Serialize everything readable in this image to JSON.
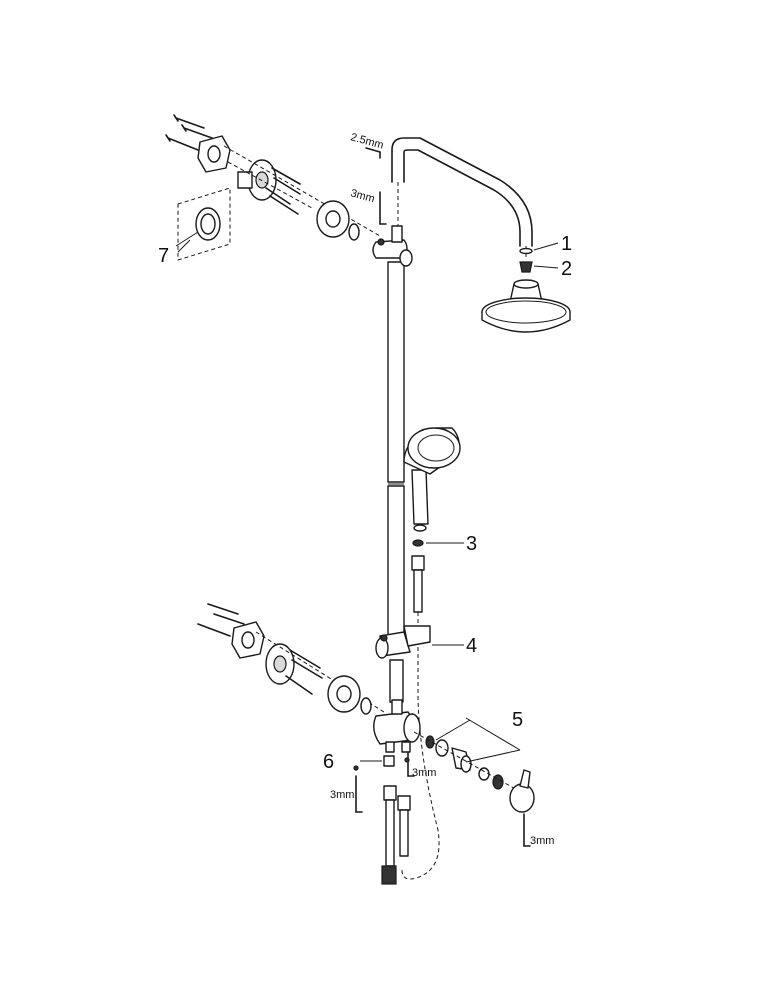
{
  "callouts": [
    {
      "number": "1"
    },
    {
      "number": "2"
    },
    {
      "number": "3"
    },
    {
      "number": "4"
    },
    {
      "number": "5"
    },
    {
      "number": "6"
    },
    {
      "number": "7"
    }
  ],
  "tool_labels": [
    {
      "label": "2.5mm"
    },
    {
      "label": "3mm"
    },
    {
      "label": "3mm"
    },
    {
      "label": "3mm"
    },
    {
      "label": "3mm"
    }
  ]
}
